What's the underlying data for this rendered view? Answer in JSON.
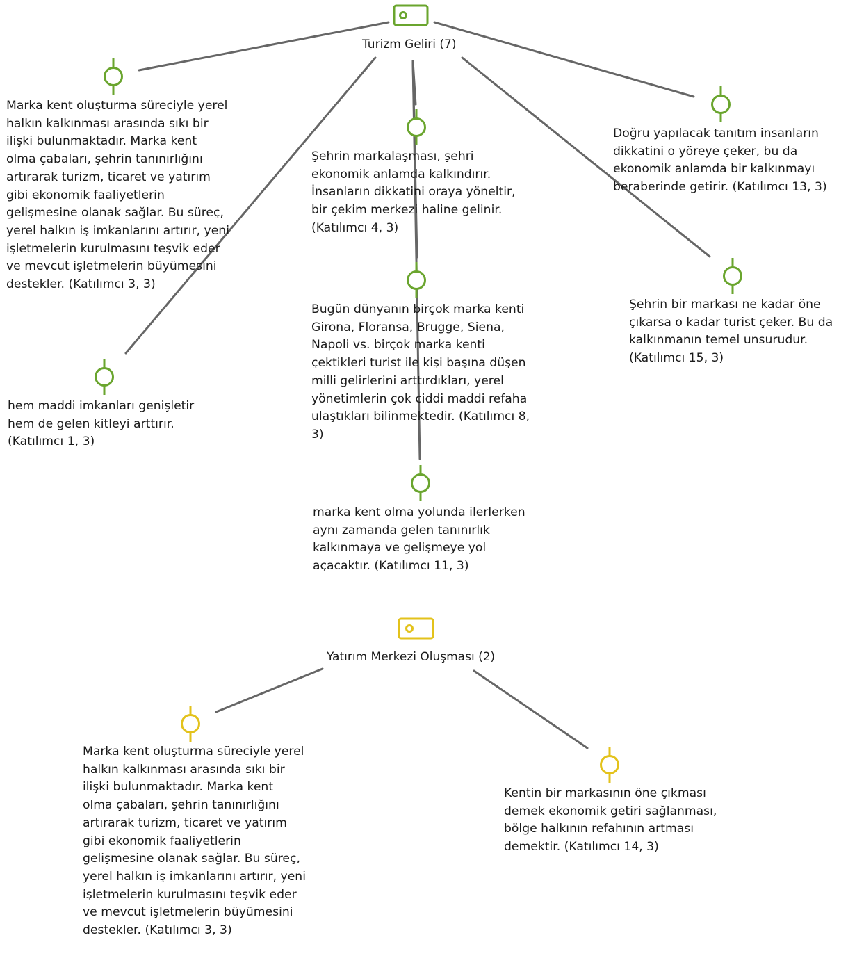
{
  "colors": {
    "group1": "#6aa52e",
    "group2": "#e3c21b",
    "link": "#666666",
    "text": "#1a1a1a"
  },
  "icons": {
    "code": "tag-icon",
    "segment": "coded-segment-pin-icon"
  },
  "groups": [
    {
      "code_label": "Turizm Geliri (7)",
      "segments": [
        "Marka kent oluşturma süreciyle yerel halkın kalkınması arasında sıkı bir ilişki bulunmaktadır. Marka kent olma çabaları, şehrin tanınırlığını artırarak turizm, ticaret ve yatırım gibi ekonomik faaliyetlerin gelişmesine olanak sağlar. Bu süreç, yerel halkın iş imkanlarını artırır, yeni işletmelerin kurulmasını teşvik eder ve mevcut işletmelerin büyümesini destekler. (Katılımcı 3, 3)",
        "hem maddi imkanları genişletir hem de gelen kitleyi arttırır. (Katılımcı 1, 3)",
        "Şehrin markalaşması, şehri ekonomik anlamda kalkındırır. İnsanların dikkatini oraya yöneltir, bir çekim merkezi haline gelinir. (Katılımcı 4, 3)",
        "Bugün dünyanın birçok marka kenti Girona, Floransa, Brugge, Siena, Napoli vs. birçok marka kenti çektikleri turist ile kişi başına düşen milli gelirlerini arttırdıkları, yerel yönetimlerin çok ciddi maddi refaha ulaştıkları bilinmektedir. (Katılımcı 8, 3)",
        "marka kent olma yolunda ilerlerken aynı zamanda gelen tanınırlık kalkınmaya ve gelişmeye yol açacaktır. (Katılımcı 11, 3)",
        "Doğru yapılacak tanıtım insanların dikkatini o yöreye çeker, bu da ekonomik anlamda bir kalkınmayı beraberinde getirir. (Katılımcı 13, 3)",
        "Şehrin bir markası ne kadar öne çıkarsa o kadar turist çeker. Bu da kalkınmanın temel unsurudur. (Katılımcı 15, 3)"
      ]
    },
    {
      "code_label": "Yatırım Merkezi Oluşması (2)",
      "segments": [
        "Marka kent oluşturma süreciyle yerel halkın kalkınması arasında sıkı bir ilişki bulunmaktadır. Marka kent olma çabaları, şehrin tanınırlığını artırarak turizm, ticaret ve yatırım gibi ekonomik faaliyetlerin gelişmesine olanak sağlar. Bu süreç, yerel halkın iş imkanlarını artırır, yeni işletmelerin kurulmasını teşvik eder ve mevcut işletmelerin büyümesini destekler. (Katılımcı 3, 3)",
        "Kentin bir markasının öne çıkması demek ekonomik getiri sağlanması, bölge halkının refahının artması demektir. (Katılımcı 14, 3)"
      ]
    }
  ]
}
